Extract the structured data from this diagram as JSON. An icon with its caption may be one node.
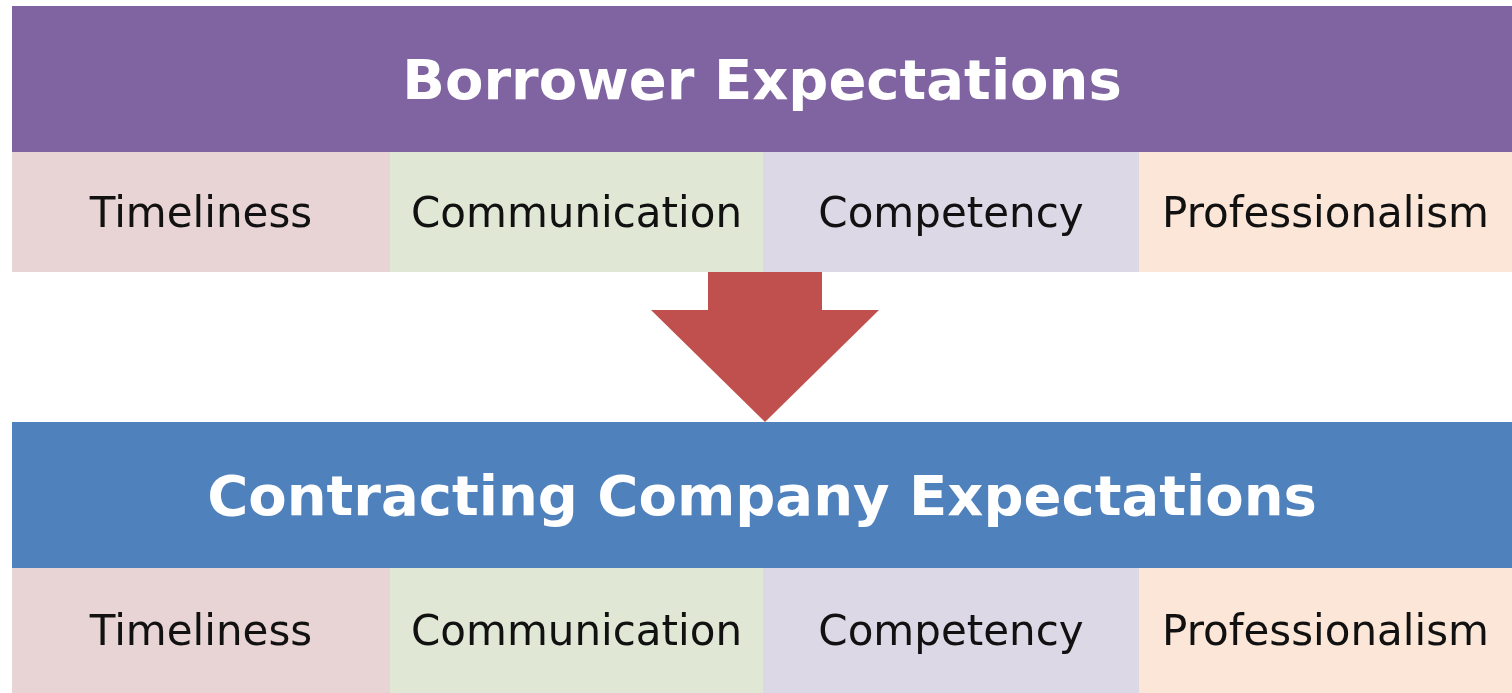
{
  "diagram": {
    "nodes": [
      {
        "text": [
          "Borrower Expectations"
        ]
      },
      {
        "text": [
          "Timeliness"
        ],
        "in": 0
      },
      {
        "text": [
          "Communication"
        ],
        "in": 0
      },
      {
        "text": [
          "Competency"
        ],
        "in": 0
      },
      {
        "text": [
          "Professionalism"
        ],
        "in": 0
      },
      {
        "text": [
          "Contracting Company Expectations"
        ]
      },
      {
        "text": [
          "Timeliness"
        ],
        "in": 5
      },
      {
        "text": [
          "Communication"
        ],
        "in": 5
      },
      {
        "text": [
          "Competency"
        ],
        "in": 5
      },
      {
        "text": [
          "Professionalism"
        ],
        "in": 5
      }
    ],
    "edges": [
      {
        "from": 0,
        "to": 5,
        "arrow": "to",
        "color": "#c0504d"
      }
    ]
  }
}
